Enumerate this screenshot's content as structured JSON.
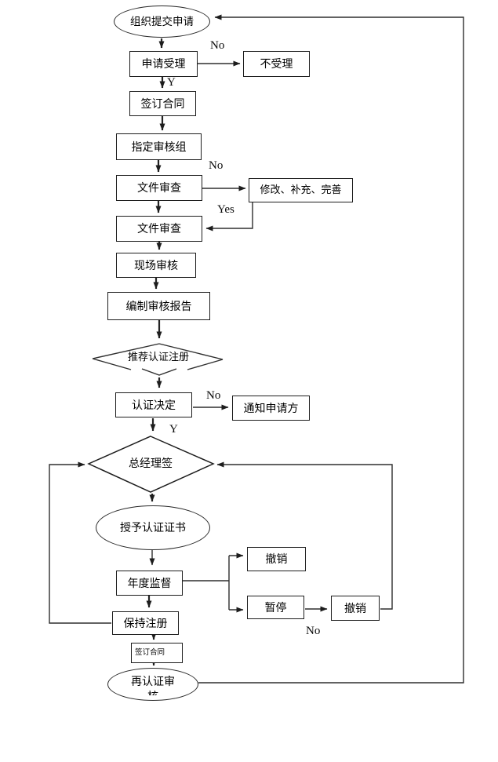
{
  "nodes": {
    "submit": {
      "label": "组织提交申请"
    },
    "accept": {
      "label": "申请受理"
    },
    "reject": {
      "label": "不受理"
    },
    "sign_contract": {
      "label": "签订合同"
    },
    "assign_audit_team": {
      "label": "指定审核组"
    },
    "document_review_1": {
      "label": "文件审查"
    },
    "modify_supplement": {
      "label": "修改、补充、完善"
    },
    "document_review_2": {
      "label": "文件审查"
    },
    "onsite_audit": {
      "label": "现场审核"
    },
    "audit_report": {
      "label": "编制审核报告"
    },
    "recommend_registration": {
      "label": "推荐认证注册"
    },
    "certification_decision": {
      "label": "认证决定"
    },
    "notify_applicant": {
      "label": "通知申请方"
    },
    "gm_sign": {
      "label": "总经理签"
    },
    "grant_certificate": {
      "label": "授予认证证书"
    },
    "annual_supervision": {
      "label": "年度监督"
    },
    "revoke_top": {
      "label": "撤销"
    },
    "suspend": {
      "label": "暂停"
    },
    "revoke_right": {
      "label": "撤销"
    },
    "keep_registration": {
      "label": "保持注册"
    },
    "sign_contract_small": {
      "label": "签订合同"
    },
    "recertification": {
      "label": "再认证审核"
    }
  },
  "edge_labels": {
    "accept_no": "No",
    "accept_yes": "Y",
    "doc_review_no": "No",
    "modify_yes": "Yes",
    "decision_no": "No",
    "decision_yes": "Y",
    "suspend_no": "No"
  },
  "colors": {
    "line": "#2e2e2e",
    "text": "#000000",
    "background": "#ffffff"
  }
}
